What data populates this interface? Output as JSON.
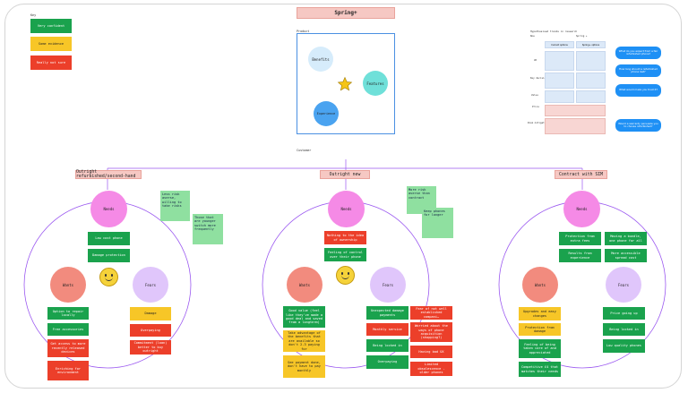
{
  "title": "Spring+",
  "key": {
    "label": "Key",
    "items": [
      "Very confident",
      "Some evidence",
      "Really not sure"
    ]
  },
  "product": {
    "label": "Product",
    "circles": [
      "Benefits",
      "Features",
      "Experience"
    ]
  },
  "customer_label": "Customer",
  "research": {
    "title": "Hypothesised trends in research",
    "col_a": "Now",
    "col_b": "Spring +",
    "head_a": "Current options",
    "head_b": "Spring+ options",
    "rows": [
      "UX",
      "Key decisions",
      "Value",
      "Price",
      "Risk mitigation"
    ]
  },
  "bubbles": [
    "What do you expect from a fair refurbished phone?",
    "How long should a refurbished phone last?",
    "What would make you trust it?",
    "Would a warranty persuade you to choose refurbished?"
  ],
  "segments": [
    {
      "header": "Outright refurbished/second-hand",
      "needs": "Needs",
      "wants": "Wants",
      "fears": "Fears",
      "needs_notes": [
        "Low cost phone",
        "Damage protection"
      ],
      "wants_notes": [
        "Option to repair locally",
        "Free accessories",
        "Get access to more recently released devices",
        "Enriching for environment"
      ],
      "fears_notes": [
        "Damage",
        "Overpaying",
        "Commitment (loan) better to buy outright"
      ],
      "stickies": [
        "Less risk averse, willing to take risks",
        "Those that are younger switch more frequently"
      ]
    },
    {
      "header": "Outright new",
      "needs": "Needs",
      "wants": "Wants",
      "fears": "Fears",
      "needs_notes": [
        "Nothing to the idea of ownership",
        "Feeling of control over their phone"
      ],
      "wants_notes": [
        "Good value (feel like they've made a good deal and saved from a longterm)",
        "Take advantage of the benefits that are available so don't 2-3 paying for",
        "See payment done, don't have to pay monthly"
      ],
      "fears_notes": [
        "Unexpected damage payments",
        "Monthly service",
        "Being locked in",
        "Overpaying"
      ],
      "fears_notes_b": [
        "Fear of not well established compani…",
        "Worried about the ways of phone acquisition (shopping?)",
        "Having bad UX",
        "Limited obsolescence - older phones"
      ],
      "stickies": [
        "More risk averse than contract",
        "Keep phones for longer"
      ]
    },
    {
      "header": "Contract with SIM",
      "needs": "Needs",
      "wants": "Wants",
      "fears": "Fears",
      "needs_notes": [
        "Protection from extra fees",
        "Results from experience"
      ],
      "needs_notes_b": [
        "Moving a bundle, one phone for all",
        "More accessible spread cost"
      ],
      "wants_notes": [
        "Upgrades and easy changes",
        "Protection from damage",
        "Feeling of being taken care of and appreciated",
        "Competitive £4 that matches their needs"
      ],
      "fears_notes": [
        "Price going up",
        "Being locked in",
        "Low quality phones"
      ],
      "stickies": []
    }
  ],
  "colors": {
    "green": "#1aa24d",
    "yellow": "#f7c627",
    "red": "#ec3f2a",
    "pink": "#f6c8c3",
    "purple_line": "#9b59f0",
    "blue_frame": "#4a90e2"
  }
}
